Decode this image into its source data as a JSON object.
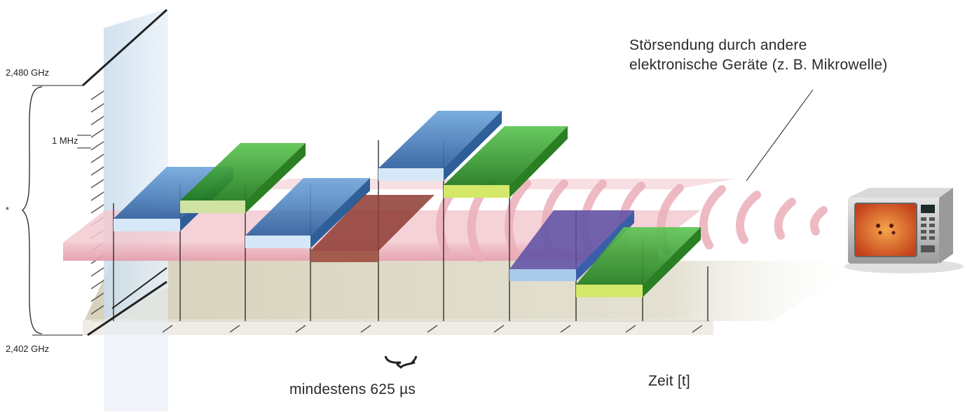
{
  "labels": {
    "freq_top": "2,480 GHz",
    "freq_bottom": "2,402 GHz",
    "channel_width": "1 MHz",
    "asterisk": "*",
    "interference_line1": "Störsendung durch andere",
    "interference_line2": "elektronische Geräte (z. B. Mikrowelle)",
    "time_axis": "Zeit [t]",
    "slot_duration": "mindestens 625 µs"
  },
  "colors": {
    "blue": "#3f7fc4",
    "green": "#33a02c",
    "interference": "#e7a7b3",
    "floor": "#d9d5c2"
  },
  "icons": [
    "microwave-icon"
  ]
}
